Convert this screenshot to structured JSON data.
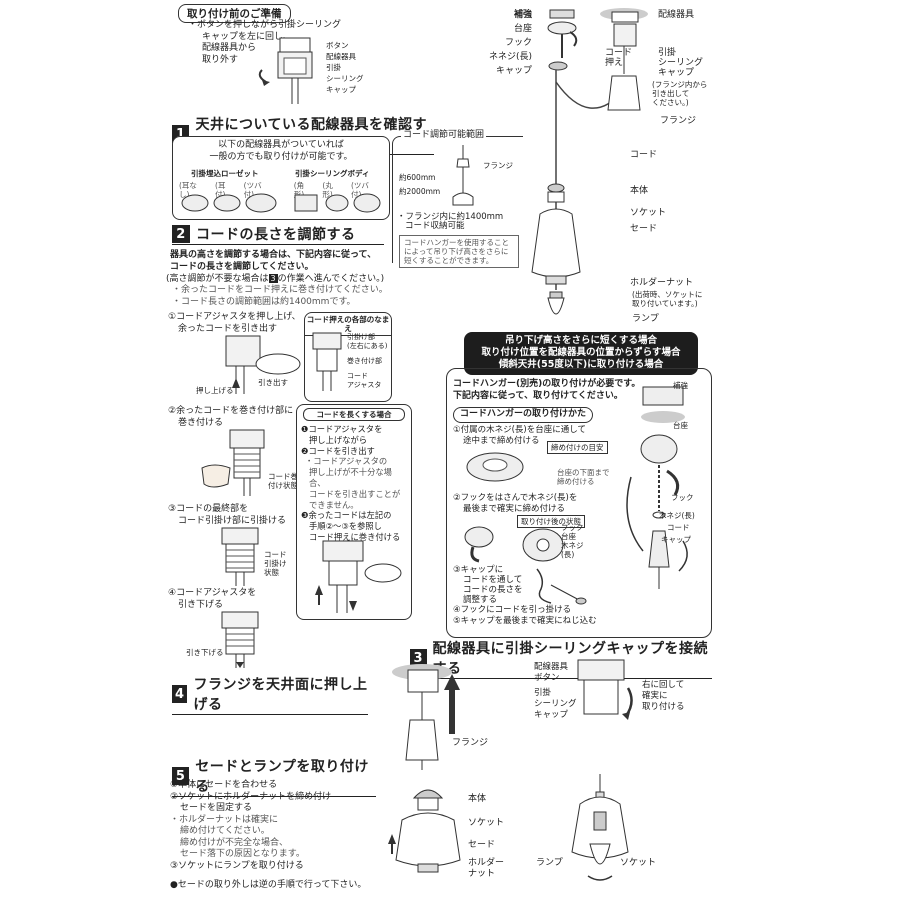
{
  "prep": {
    "tag": "取り付け前のご準備",
    "text": [
      "・ボタンを押しながら引掛シーリング",
      "キャップを左に回し、",
      "配線器具から",
      "取り外す"
    ],
    "labels": [
      "ボタン",
      "配線器具",
      "引掛",
      "シーリング",
      "キャップ"
    ]
  },
  "top_diagram": {
    "left_labels": [
      "補強",
      "台座",
      "フック",
      "ネネジ(長)",
      "キャップ"
    ],
    "right_labels": [
      "配線器具",
      "コード",
      "押え",
      "引掛",
      "シーリング",
      "キャップ"
    ],
    "flange_note": [
      "(フランジ内から",
      "引き出して",
      "ください。)"
    ],
    "flange": "フランジ",
    "parts": [
      "コード",
      "本体",
      "ソケット",
      "セード",
      "ホルダーナット"
    ],
    "holder_note": [
      "(出荷時、ソケットに",
      "取り付いています。)"
    ],
    "lamp": "ランプ"
  },
  "sec1": {
    "num": "1",
    "title": "天井についている配線器具を確認する",
    "box_text": [
      "以下の配線器具がついていれば",
      "一般の方でも取り付けが可能です。"
    ],
    "group1": "引掛埋込ローゼット",
    "group1_sub": [
      "(耳なし)",
      "(耳付)",
      "(ツバ付)"
    ],
    "group2": "引掛シーリングボディ",
    "group2_sub": [
      "(角形)",
      "(丸形)",
      "(ツバ付)"
    ]
  },
  "cord_range": {
    "title": "コード調節可能範囲",
    "flange": "フランジ",
    "min": "約600mm",
    "max": "約2000mm",
    "note1": [
      "・フランジ内に約1400mm",
      "コード収納可能"
    ],
    "note2": [
      "コードハンガーを使用すること",
      "によって吊り下げ高さをさらに",
      "短くすることができます。"
    ]
  },
  "sec2": {
    "num": "2",
    "title": "コードの長さを調節する",
    "intro": [
      "器具の高さを調節する場合は、下記内容に従って、",
      "コードの長さを調節してください。"
    ],
    "intro2": "(高さ調節が不要な場合は",
    "intro2_num": "3",
    "intro2_tail": "の作業へ進んでください。)",
    "bullets": [
      "・余ったコードをコード押えに巻き付けてください。",
      "・コード長さの調節範囲は約1400mmです。"
    ],
    "step1": [
      "①コードアジャスタを押し上げ、",
      "余ったコードを引き出す"
    ],
    "step1_labels": [
      "押し上げる",
      "引き出す"
    ],
    "step2": [
      "②余ったコードを巻き付け部に",
      "巻き付ける"
    ],
    "step2_labels": [
      "コード巻き",
      "付け状態"
    ],
    "step3": [
      "③コードの最終部を",
      "コード引掛け部に引掛ける"
    ],
    "step3_labels": [
      "コード",
      "引掛け",
      "状態"
    ],
    "step4": [
      "④コードアジャスタを",
      "引き下げる"
    ],
    "step4_labels": [
      "引き下げる"
    ],
    "names_title": "コード押えの各部のなまえ",
    "names": [
      "引掛け部",
      "(左右にある)",
      "巻き付け部",
      "コード",
      "アジャスタ"
    ],
    "lengthen_title": "コードを長くする場合",
    "lengthen": [
      "❶コードアジャスタを",
      "押し上げながら",
      "❷コードを引き出す",
      "・コードアジャスタの",
      "押し上げが不十分な場合、",
      "コードを引き出すことが",
      "できません。",
      "❸余ったコードは左記の",
      "手順②～③を参照し",
      "コード押えに巻き付ける"
    ]
  },
  "hanger": {
    "header": [
      "吊り下げ高さをさらに短くする場合",
      "取り付け位置を配線器具の位置からずらす場合",
      "傾斜天井(55度以下)に取り付ける場合"
    ],
    "intro": [
      "コードハンガー(別売)の取り付けが必要です。",
      "下記内容に従って、取り付けてください。"
    ],
    "subtitle": "コードハンガーの取り付けかた",
    "steps": [
      "①付属の木ネジ(長)を台座に通して",
      "途中まで締め付ける",
      "②フックをはさんで木ネジ(長)を",
      "最後まで確実に締め付ける",
      "③キャップに",
      "コードを通して",
      "コードの長さを",
      "調整する",
      "④フックにコードを引っ掛ける",
      "⑤キャップを最後まで確実にねじ込む"
    ],
    "guide": [
      "締め付けの目安",
      "台座の下面まで",
      "締め付ける"
    ],
    "after": "取り付け後の状態",
    "after_labels": [
      "フック",
      "台座",
      "木ネジ",
      "(長)"
    ],
    "right_labels": [
      "補強",
      "台座",
      "フック",
      "木ネジ(長)",
      "コード",
      "キャップ"
    ]
  },
  "sec3": {
    "num": "3",
    "title": "配線器具に引掛シーリングキャップを接続する",
    "labels": [
      "配線器具",
      "ボタン",
      "引掛",
      "シーリング",
      "キャップ"
    ],
    "note": [
      "右に回して",
      "確実に",
      "取り付ける"
    ]
  },
  "sec4": {
    "num": "4",
    "title": "フランジを天井面に押し上げる",
    "flange": "フランジ"
  },
  "sec5": {
    "num": "5",
    "title": "セードとランプを取り付ける",
    "steps": [
      "①本体にセードを合わせる",
      "②ソケットにホルダーナットを締め付け",
      "セードを固定する",
      "・ホルダーナットは確実に",
      "締め付けてください。",
      "締め付けが不完全な場合、",
      "セード落下の原因となります。",
      "③ソケットにランプを取り付ける"
    ],
    "labels": [
      "本体",
      "ソケット",
      "セード",
      "ホルダー",
      "ナット"
    ],
    "labels2": [
      "ランプ",
      "ソケット"
    ],
    "footer": "●セードの取り外しは逆の手順で行って下さい。"
  }
}
